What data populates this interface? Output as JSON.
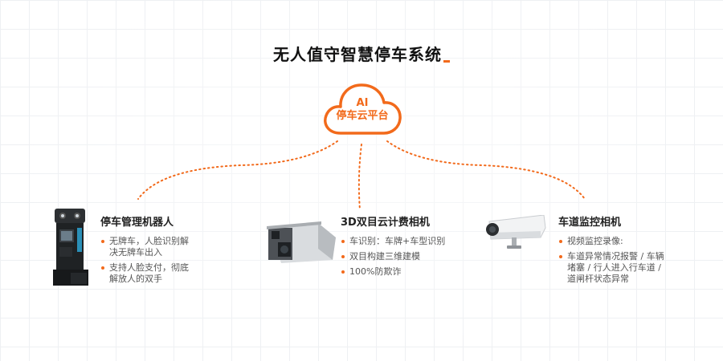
{
  "title": "无人值守智慧停车系统",
  "cloud": {
    "line1": "AI",
    "line2": "停车云平台",
    "icon": "cloud-icon"
  },
  "colors": {
    "accent": "#f26a1b",
    "grid": "#eef0f3",
    "text": "#222222"
  },
  "devices": [
    {
      "name": "停车管理机器人",
      "icon": "parking-robot-icon",
      "features": [
        "无牌车，人脸识别解决无牌车出入",
        "支持人脸支付，彻底解放人的双手"
      ]
    },
    {
      "name": "3D双目云计费相机",
      "icon": "binocular-camera-icon",
      "features": [
        "车识别：车牌+车型识别",
        "双目构建三维建模",
        "100%防欺诈"
      ]
    },
    {
      "name": "车道监控相机",
      "icon": "bullet-camera-icon",
      "features": [
        "视频监控录像:",
        "车道异常情况报警 / 车辆堵塞 / 行人进入行车道 / 道闸杆状态异常"
      ]
    }
  ]
}
